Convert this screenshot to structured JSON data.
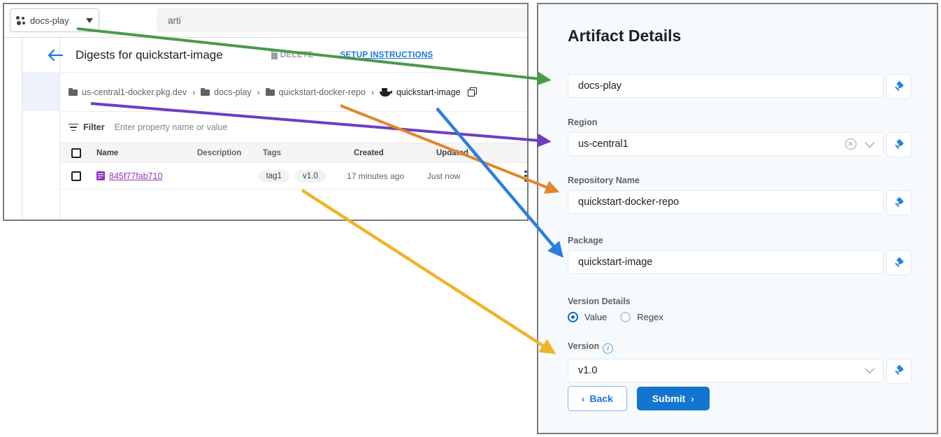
{
  "console": {
    "project_chip": {
      "label": "docs-play",
      "icon": "cluster-icon",
      "caret": "chevron-down-icon"
    },
    "search": {
      "value": "arti"
    },
    "header": {
      "back_icon": "back-arrow-icon",
      "title": "Digests for quickstart-image",
      "delete_label": "DELETE",
      "setup_link": "SETUP INSTRUCTIONS"
    },
    "breadcrumb": {
      "items": [
        {
          "label": "us-central1-docker.pkg.dev",
          "icon": "folder-icon"
        },
        {
          "label": "docs-play",
          "icon": "folder-icon"
        },
        {
          "label": "quickstart-docker-repo",
          "icon": "folder-icon"
        },
        {
          "label": "quickstart-image",
          "icon": "docker-whale-icon"
        }
      ],
      "separator": "›",
      "copy_icon": "copy-icon"
    },
    "filter": {
      "icon": "filter-icon",
      "label": "Filter",
      "placeholder": "Enter property name or value"
    },
    "table": {
      "columns": [
        "Name",
        "Description",
        "Tags",
        "Created",
        "Updated"
      ],
      "sort_column": "Updated",
      "sort_arrow": "↓",
      "rows": [
        {
          "name": "845f77fab710",
          "description": "",
          "tags": [
            "tag1",
            "v1.0"
          ],
          "created": "17 minutes ago",
          "updated": "Just now",
          "menu_icon": "kebab-menu-icon"
        }
      ]
    }
  },
  "form": {
    "title": "Artifact Details",
    "fields": [
      {
        "label": "",
        "value": "docs-play",
        "has_clear": false,
        "has_chevron": false,
        "pin": "pin-icon"
      },
      {
        "label": "Region",
        "value": "us-central1",
        "has_clear": true,
        "has_chevron": true,
        "pin": "pin-icon"
      },
      {
        "label": "Repository Name",
        "value": "quickstart-docker-repo",
        "has_clear": false,
        "has_chevron": false,
        "pin": "pin-icon"
      },
      {
        "label": "Package",
        "value": "quickstart-image",
        "has_clear": false,
        "has_chevron": false,
        "pin": "pin-icon"
      }
    ],
    "version_details": {
      "label": "Version Details",
      "options": [
        {
          "label": "Value",
          "selected": true
        },
        {
          "label": "Regex",
          "selected": false
        }
      ]
    },
    "version": {
      "label": "Version",
      "info_icon": "info-icon",
      "value": "v1.0",
      "has_chevron": true,
      "pin": "pin-icon"
    },
    "buttons": {
      "back": "Back",
      "submit": "Submit",
      "back_arrow": "‹",
      "submit_arrow": "›"
    }
  },
  "annotations": {
    "arrows": [
      {
        "name": "project-to-field",
        "color": "#4a9a4a"
      },
      {
        "name": "region-to-field",
        "color": "#6b3fc0"
      },
      {
        "name": "repo-to-field",
        "color": "#e2852c"
      },
      {
        "name": "package-to-field",
        "color": "#2b7ee0"
      },
      {
        "name": "version-to-field",
        "color": "#f0b429"
      }
    ]
  }
}
